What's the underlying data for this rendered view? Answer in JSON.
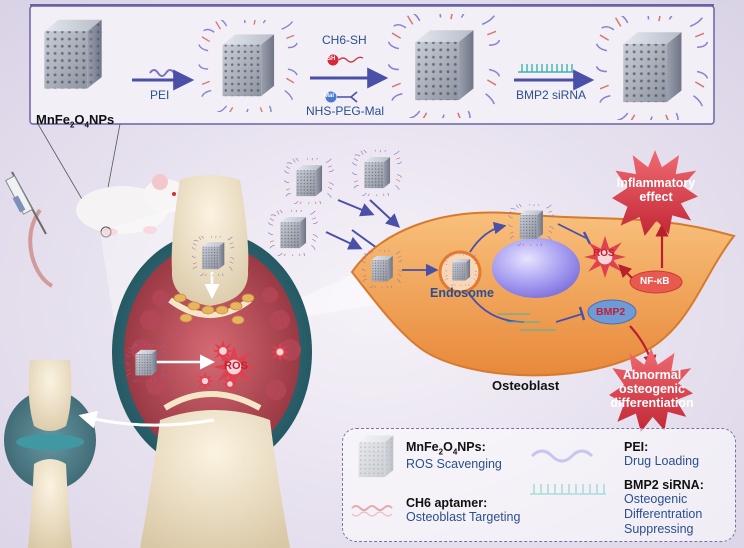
{
  "synthesis": {
    "np_label_main": "MnFe",
    "np_sub1": "2",
    "np_o": "O",
    "np_sub2": "4",
    "np_suffix": "NPs",
    "step1_label": "PEI",
    "step2_top_label": "CH6-SH",
    "step2_bottom_label": "NHS-PEG-Mal",
    "step2_sh_tag": "SH",
    "step2_mal_tag": "Mal",
    "step3_label": "BMP2 siRNA"
  },
  "cell": {
    "endosome_label": "Endosome",
    "ros_label": "ROS",
    "nfkb_label": "NF-κB",
    "bmp2_label": "BMP2",
    "cell_label": "Osteoblast"
  },
  "outcomes": {
    "inflammatory_line1": "Inflammatory",
    "inflammatory_line2": "effect",
    "abnormal_line1": "Abnormal",
    "abnormal_line2": "osteogenic",
    "abnormal_line3": "differentiation"
  },
  "joint": {
    "ros_label": "ROS"
  },
  "legend": {
    "np_title_main": "MnFe",
    "np_title_sub1": "2",
    "np_title_o": "O",
    "np_title_sub2": "4",
    "np_title_suffix": "NPs:",
    "np_desc": "ROS Scavenging",
    "pei_title": "PEI:",
    "pei_desc": "Drug Loading",
    "ch6_title": "CH6 aptamer:",
    "ch6_desc": "Osteoblast Targeting",
    "sirna_title": "BMP2 siRNA:",
    "sirna_desc1": "Osteogenic",
    "sirna_desc2": "Differentration",
    "sirna_desc3": "Suppressing"
  },
  "colors": {
    "accent_red": "#d8263a",
    "arrow_blue": "#4a4fa8",
    "cell_orange": "#f2a457",
    "text_blue": "#2b4f8f"
  }
}
